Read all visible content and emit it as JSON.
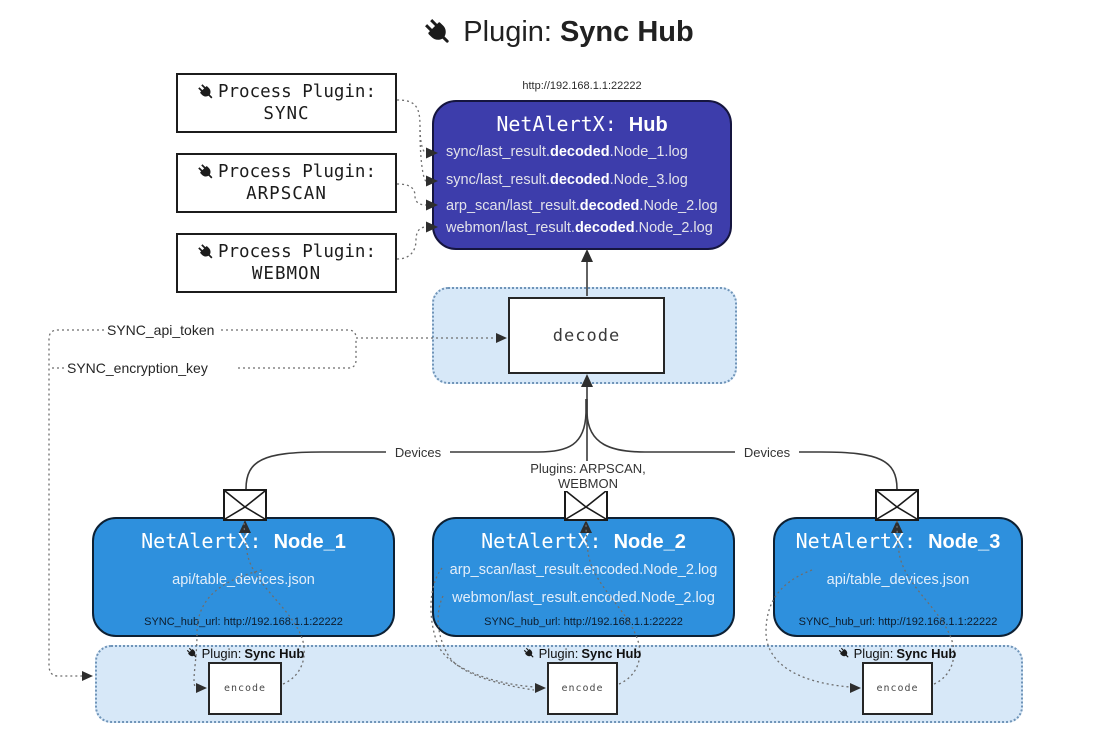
{
  "title": {
    "icon": "plug-icon",
    "prefix": "Plugin:",
    "name": "Sync Hub"
  },
  "hub": {
    "url": "http://192.168.1.1:22222",
    "brand": "NetAlertX: ",
    "name": "Hub",
    "logs": [
      {
        "pre": "sync/last_result.",
        "bold": "decoded",
        "post": ".Node_1.log"
      },
      {
        "pre": "sync/last_result.",
        "bold": "decoded",
        "post": ".Node_3.log"
      },
      {
        "pre": "arp_scan/last_result.",
        "bold": "decoded",
        "post": ".Node_2.log"
      },
      {
        "pre": "webmon/last_result.",
        "bold": "decoded",
        "post": ".Node_2.log"
      }
    ]
  },
  "process_plugins": [
    {
      "label": "Process Plugin:",
      "name": "SYNC"
    },
    {
      "label": "Process Plugin:",
      "name": "ARPSCAN"
    },
    {
      "label": "Process Plugin:",
      "name": "WEBMON"
    }
  ],
  "decode_label": "decode",
  "keys": {
    "api_token": "SYNC_api_token",
    "encryption_key": "SYNC_encryption_key"
  },
  "edge_labels": {
    "devices_left": "Devices",
    "plugins_center": "Plugins: ARPSCAN, WEBMON",
    "devices_right": "Devices"
  },
  "nodes": [
    {
      "brand": "NetAlertX: ",
      "name": "Node_1",
      "files": [
        "api/table_devices.json"
      ],
      "hub_url": "SYNC_hub_url: http://192.168.1.1:22222"
    },
    {
      "brand": "NetAlertX: ",
      "name": "Node_2",
      "files": [
        "arp_scan/last_result.encoded.Node_2.log",
        "webmon/last_result.encoded.Node_2.log"
      ],
      "hub_url": "SYNC_hub_url: http://192.168.1.1:22222"
    },
    {
      "brand": "NetAlertX: ",
      "name": "Node_3",
      "files": [
        "api/table_devices.json"
      ],
      "hub_url": "SYNC_hub_url: http://192.168.1.1:22222"
    }
  ],
  "encoders": [
    {
      "prefix": "Plugin: ",
      "name": "Sync Hub",
      "label": "encode"
    },
    {
      "prefix": "Plugin: ",
      "name": "Sync Hub",
      "label": "encode"
    },
    {
      "prefix": "Plugin: ",
      "name": "Sync Hub",
      "label": "encode"
    }
  ],
  "colors": {
    "hub_bg": "#3d3dab",
    "node_bg": "#2e90dd",
    "panel_bg": "#d7e8f8",
    "panel_border": "#6f94b8",
    "line": "#3a3a3a",
    "dotted_line": "#6e6e6e"
  }
}
